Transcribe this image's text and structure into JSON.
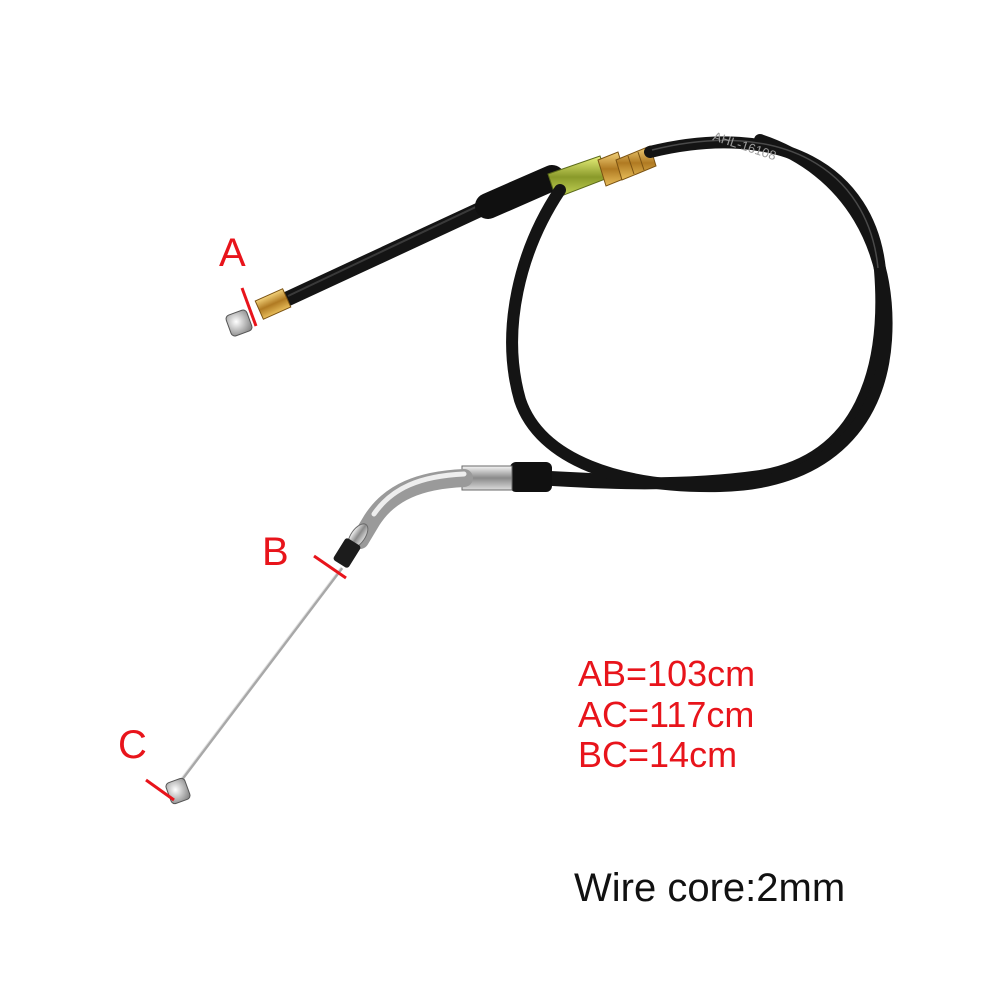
{
  "labels": {
    "a": "A",
    "b": "B",
    "c": "C"
  },
  "measurements": [
    "AB=103cm",
    "AC=117cm",
    "BC=14cm"
  ],
  "wire_core": "Wire core:2mm",
  "cable_marking": "AHL-16108",
  "colors": {
    "marker_red": "#e8141b",
    "caption_black": "#111111",
    "cable_black": "#141414"
  }
}
